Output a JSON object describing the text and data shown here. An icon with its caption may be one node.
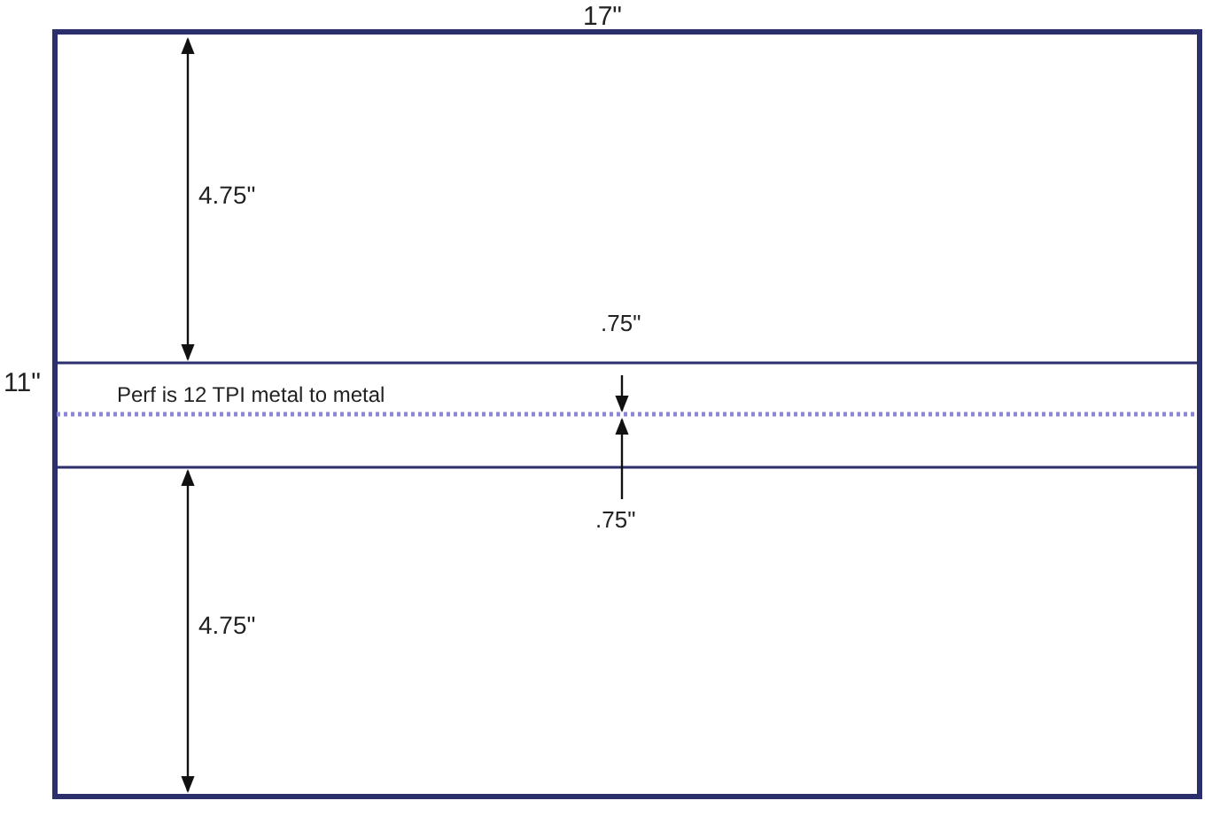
{
  "diagram": {
    "labels": [
      "17\"",
      "11\"",
      "4.75\"",
      ".75\"",
      "Perf is 12 TPI metal to metal",
      ".75\"",
      "4.75\""
    ]
  }
}
